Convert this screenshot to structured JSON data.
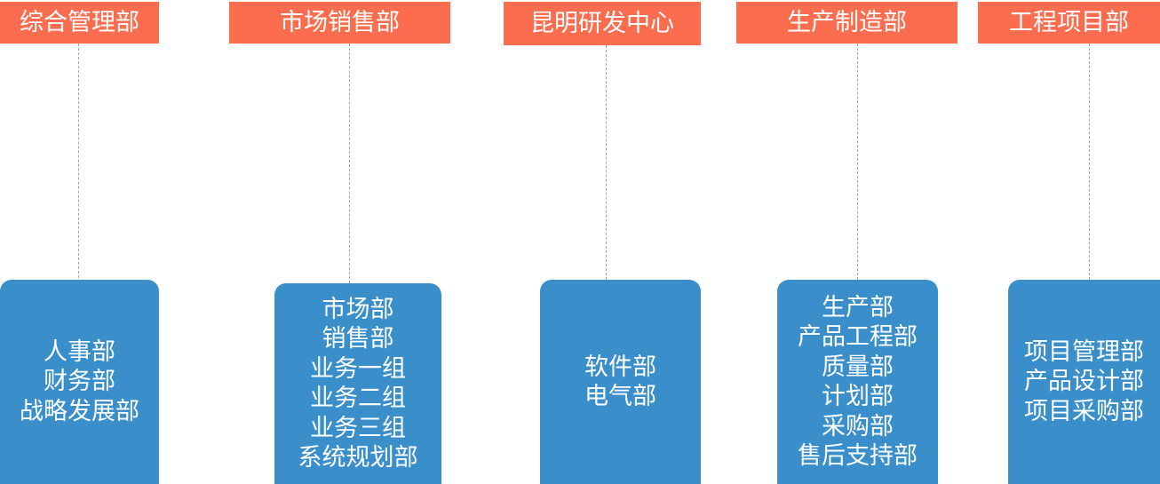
{
  "departments": [
    {
      "name": "综合管理部",
      "sub_units": [
        "人事部",
        "财务部",
        "战略发展部"
      ]
    },
    {
      "name": "市场销售部",
      "sub_units": [
        "市场部",
        "销售部",
        "业务一组",
        "业务二组",
        "业务三组",
        "系统规划部"
      ]
    },
    {
      "name": "昆明研发中心",
      "sub_units": [
        "软件部",
        "电气部"
      ]
    },
    {
      "name": "生产制造部",
      "sub_units": [
        "生产部",
        "产品工程部",
        "质量部",
        "计划部",
        "采购部",
        "售后支持部"
      ]
    },
    {
      "name": "工程项目部",
      "sub_units": [
        "项目管理部",
        "产品设计部",
        "项目采购部"
      ]
    }
  ],
  "colors": {
    "header_bg": "#fc6c4f",
    "box_bg": "#3a8fcb",
    "connector": "#a6a6a6",
    "text": "#ffffff"
  }
}
